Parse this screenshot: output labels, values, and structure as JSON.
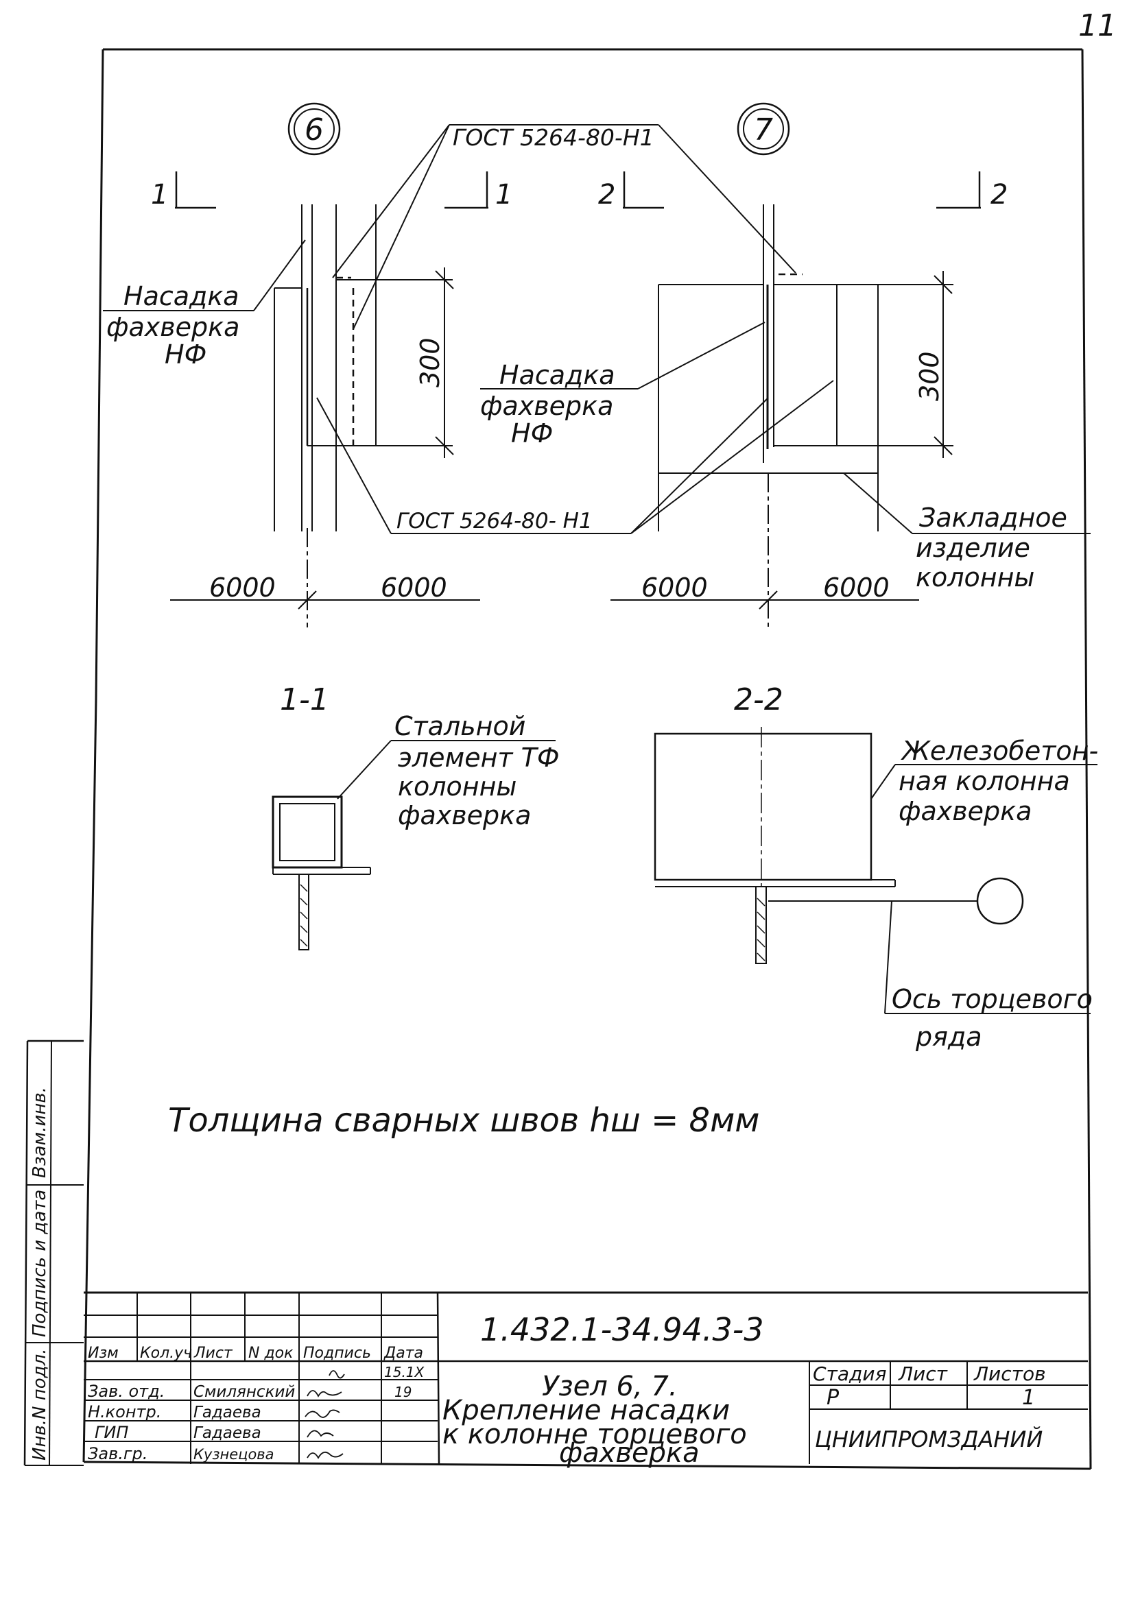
{
  "sheet_number": "11",
  "axis_marks": {
    "axis_6": "6",
    "axis_7": "7"
  },
  "section_marks": {
    "s1_left": "1",
    "s1_right": "1",
    "s2_left": "2",
    "s2_right": "2"
  },
  "labels": {
    "gost_top": "ГОСТ 5264-80-Н1",
    "gost_bottom": "ГОСТ 5264-80- Н1",
    "nasadka_left": [
      "Насадка",
      "фахверка",
      "НФ"
    ],
    "nasadka_mid": [
      "Насадка",
      "фахверка",
      "НФ"
    ],
    "zakladnoe": [
      "Закладное",
      "изделие",
      "колонны"
    ],
    "stalnoi": [
      "Стальной",
      "элемент ТФ",
      "колонны",
      "фахверка"
    ],
    "zhelezobeton": [
      "Железобетон-",
      "ная колонна",
      "фахверка"
    ],
    "os": [
      "Ось торцевого",
      "ряда"
    ]
  },
  "dimensions": {
    "h_left": "300",
    "h_right": "300",
    "span_1": "6000",
    "span_2": "6000",
    "span_3": "6000",
    "span_4": "6000"
  },
  "section_titles": {
    "sec1": "1-1",
    "sec2": "2-2"
  },
  "note": "Толщина сварных швов hш = 8мм",
  "stamp": {
    "designation": "1.432.1-34.94.3-3",
    "title": [
      "Узел 6, 7.",
      "Крепление насадки",
      "к колонне торцевого",
      "фахверка"
    ],
    "col_headers": [
      "Изм",
      "Кол.уч",
      "Лист",
      "N док",
      "Подпись",
      "Дата"
    ],
    "rows": [
      {
        "role": "",
        "name": "",
        "sign": "",
        "date": "15.1Х"
      },
      {
        "role": "Зав. отд.",
        "name": "Смилянский",
        "sign": "",
        "date": "19"
      },
      {
        "role": "Н.контр.",
        "name": "Гадаева",
        "sign": "",
        "date": ""
      },
      {
        "role": "ГИП",
        "name": "Гадаева",
        "sign": "",
        "date": ""
      },
      {
        "role": "Зав.гр.",
        "name": "Кузнецова",
        "sign": "",
        "date": ""
      }
    ],
    "stage_headers": [
      "Стадия",
      "Лист",
      "Листов"
    ],
    "stage_values": [
      "Р",
      "",
      "1"
    ],
    "organization": "ЦНИИПРОМЗДАНИЙ"
  },
  "side_stamp": [
    "Взам.инв.",
    "Подпись и дата",
    "Инв.N подл."
  ]
}
